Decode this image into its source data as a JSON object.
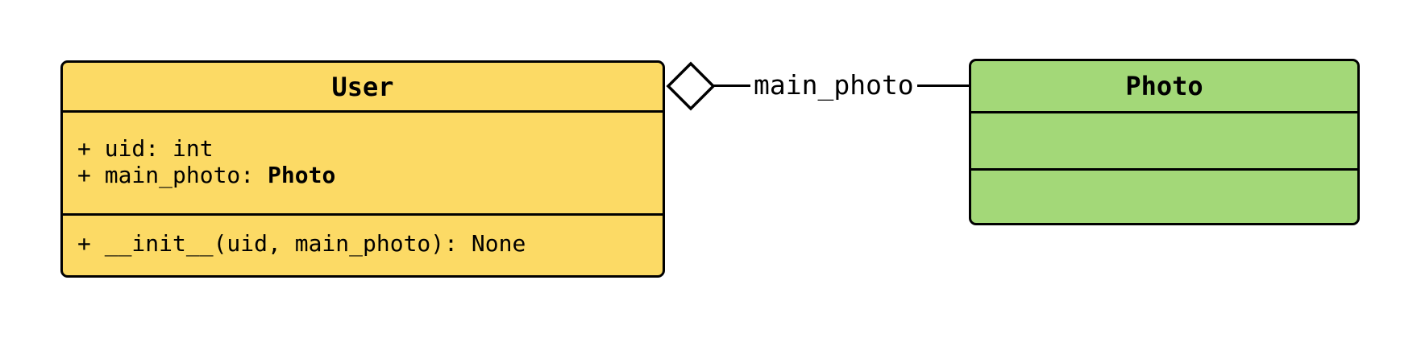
{
  "diagram": {
    "type": "uml-class-diagram",
    "background": "#ffffff",
    "classes": [
      {
        "id": "user",
        "title": "User",
        "fill": "#FCDA65",
        "border_color": "#000000",
        "attributes": [
          {
            "text": "+ uid: int",
            "bold_suffix": ""
          },
          {
            "text": "+ main_photo: ",
            "bold_suffix": "Photo"
          }
        ],
        "methods": [
          {
            "text": "+ __init__(uid, main_photo): None"
          }
        ]
      },
      {
        "id": "photo",
        "title": "Photo",
        "fill": "#A3D878",
        "border_color": "#000000",
        "attributes": [],
        "methods": []
      }
    ],
    "relationship": {
      "type": "aggregation",
      "from": "User",
      "to": "Photo",
      "label": "main_photo",
      "diamond_style": "open",
      "diamond_fill": "#ffffff",
      "line_color": "#000000"
    }
  }
}
